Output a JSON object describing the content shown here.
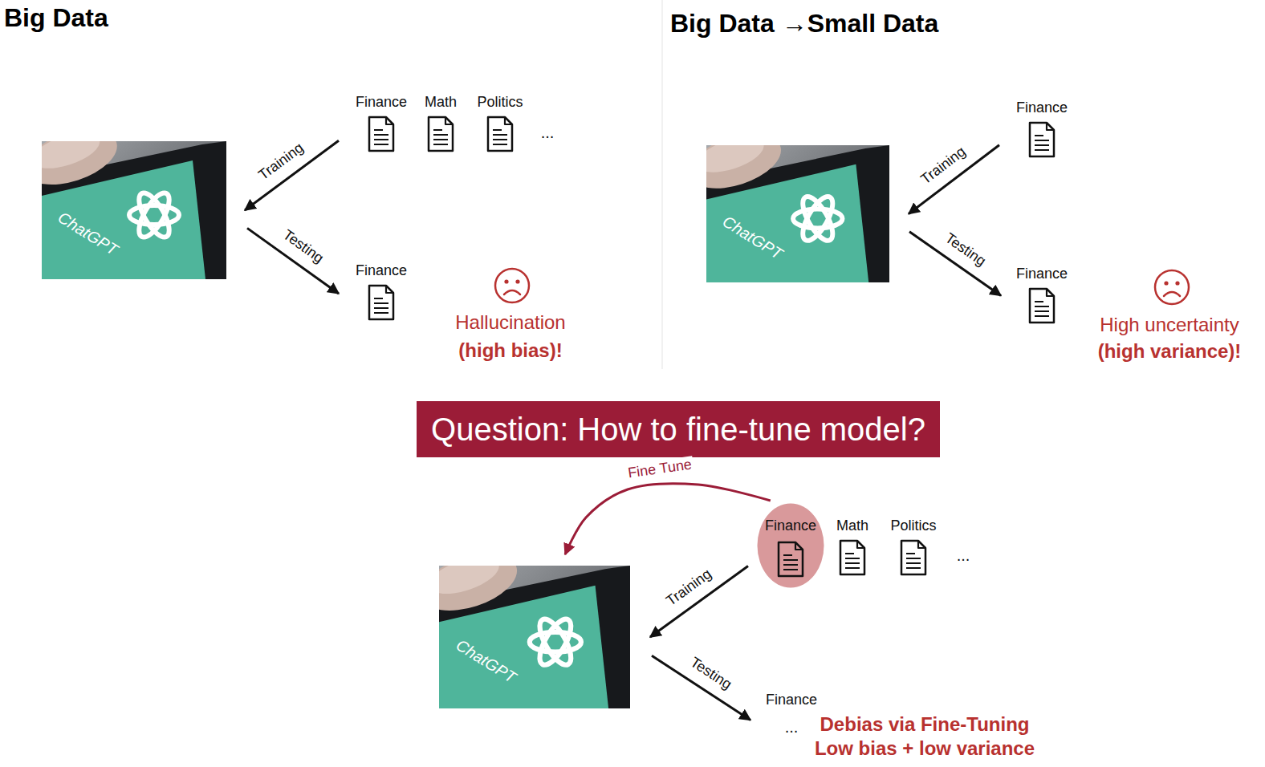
{
  "diagram": {
    "nodes": [
      {
        "text": [
          "ChatGPT"
        ]
      },
      {
        "text": [
          "Finance"
        ]
      },
      {
        "text": [
          "Math"
        ]
      },
      {
        "text": [
          "Politics"
        ]
      },
      {
        "text": [
          "Finance"
        ]
      },
      {
        "text": [
          "ChatGPT"
        ]
      },
      {
        "text": [
          "Finance"
        ]
      },
      {
        "text": [
          "Finance"
        ]
      },
      {
        "text": [
          "Question: How to fine-tune model?"
        ]
      },
      {
        "text": [
          "Finance"
        ]
      },
      {
        "text": [
          "Math"
        ]
      },
      {
        "text": [
          "Politics"
        ]
      },
      {
        "text": [
          "ChatGPT"
        ]
      },
      {
        "text": [
          "Finance",
          "..."
        ]
      }
    ],
    "edges": [
      {
        "from": 1,
        "to": 0,
        "label": "Training",
        "arrow": "to"
      },
      {
        "from": 0,
        "to": 4,
        "label": "Testing",
        "arrow": "to"
      },
      {
        "from": 6,
        "to": 5,
        "label": "Training",
        "arrow": "to"
      },
      {
        "from": 5,
        "to": 7,
        "label": "Testing",
        "arrow": "to"
      },
      {
        "from": 9,
        "to": 12,
        "label": "Fine Tune",
        "arrow": "to"
      },
      {
        "from": 9,
        "to": 12,
        "label": "Training",
        "arrow": "to"
      },
      {
        "from": 12,
        "to": 13,
        "label": "Testing",
        "arrow": "to"
      }
    ],
    "labels": [
      "Big Data",
      "...",
      "Hallucination",
      "(high bias)!",
      "Big Data →Small Data",
      "High uncertainty",
      "(high variance)!",
      "...",
      "Debias via Fine-Tuning",
      "Low bias + low variance"
    ]
  }
}
